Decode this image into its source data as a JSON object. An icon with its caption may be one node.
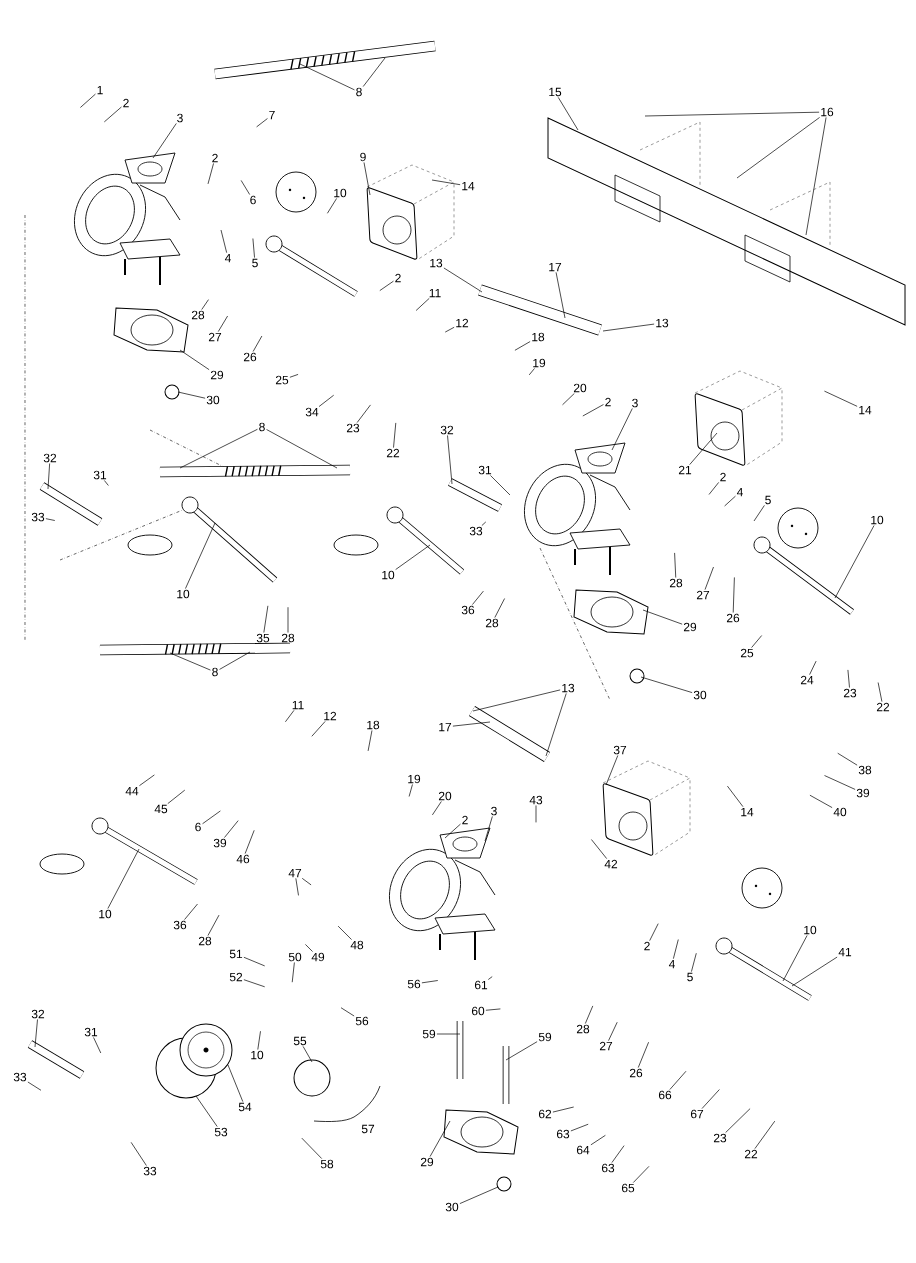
{
  "diagram": {
    "nodes": [
      {
        "text": [
          "1"
        ]
      },
      {
        "text": [
          "2"
        ]
      },
      {
        "text": [
          "3"
        ]
      },
      {
        "text": [
          "7"
        ]
      },
      {
        "text": [
          "2"
        ]
      },
      {
        "text": [
          "6"
        ]
      },
      {
        "text": [
          "4"
        ]
      },
      {
        "text": [
          "5"
        ]
      },
      {
        "text": [
          "10"
        ]
      },
      {
        "text": [
          "8"
        ]
      },
      {
        "text": [
          "9"
        ]
      },
      {
        "text": [
          "14"
        ]
      },
      {
        "text": [
          "15"
        ]
      },
      {
        "text": [
          "16"
        ]
      },
      {
        "text": [
          "13"
        ]
      },
      {
        "text": [
          "17"
        ]
      },
      {
        "text": [
          "13"
        ]
      },
      {
        "text": [
          "2"
        ]
      },
      {
        "text": [
          "11"
        ]
      },
      {
        "text": [
          "12"
        ]
      },
      {
        "text": [
          "18"
        ]
      },
      {
        "text": [
          "19"
        ]
      },
      {
        "text": [
          "20"
        ]
      },
      {
        "text": [
          "2"
        ]
      },
      {
        "text": [
          "14"
        ]
      },
      {
        "text": [
          "3"
        ]
      },
      {
        "text": [
          "21"
        ]
      },
      {
        "text": [
          "28"
        ]
      },
      {
        "text": [
          "27"
        ]
      },
      {
        "text": [
          "26"
        ]
      },
      {
        "text": [
          "25"
        ]
      },
      {
        "text": [
          "34"
        ]
      },
      {
        "text": [
          "29"
        ]
      },
      {
        "text": [
          "30"
        ]
      },
      {
        "text": [
          "23"
        ]
      },
      {
        "text": [
          "22"
        ]
      },
      {
        "text": [
          "8"
        ]
      },
      {
        "text": [
          "32"
        ]
      },
      {
        "text": [
          "31"
        ]
      },
      {
        "text": [
          "33"
        ]
      },
      {
        "text": [
          "10"
        ]
      },
      {
        "text": [
          "35"
        ]
      },
      {
        "text": [
          "28"
        ]
      },
      {
        "text": [
          "8"
        ]
      },
      {
        "text": [
          "32"
        ]
      },
      {
        "text": [
          "31"
        ]
      },
      {
        "text": [
          "33"
        ]
      },
      {
        "text": [
          "10"
        ]
      },
      {
        "text": [
          "36"
        ]
      },
      {
        "text": [
          "28"
        ]
      },
      {
        "text": [
          "2"
        ]
      },
      {
        "text": [
          "4"
        ]
      },
      {
        "text": [
          "5"
        ]
      },
      {
        "text": [
          "10"
        ]
      },
      {
        "text": [
          "28"
        ]
      },
      {
        "text": [
          "27"
        ]
      },
      {
        "text": [
          "26"
        ]
      },
      {
        "text": [
          "29"
        ]
      },
      {
        "text": [
          "25"
        ]
      },
      {
        "text": [
          "30"
        ]
      },
      {
        "text": [
          "24"
        ]
      },
      {
        "text": [
          "23"
        ]
      },
      {
        "text": [
          "22"
        ]
      },
      {
        "text": [
          "13"
        ]
      },
      {
        "text": [
          "17"
        ]
      },
      {
        "text": [
          "11"
        ]
      },
      {
        "text": [
          "12"
        ]
      },
      {
        "text": [
          "18"
        ]
      },
      {
        "text": [
          "19"
        ]
      },
      {
        "text": [
          "20"
        ]
      },
      {
        "text": [
          "2"
        ]
      },
      {
        "text": [
          "3"
        ]
      },
      {
        "text": [
          "37"
        ]
      },
      {
        "text": [
          "43"
        ]
      },
      {
        "text": [
          "42"
        ]
      },
      {
        "text": [
          "14"
        ]
      },
      {
        "text": [
          "38"
        ]
      },
      {
        "text": [
          "39"
        ]
      },
      {
        "text": [
          "40"
        ]
      },
      {
        "text": [
          "44"
        ]
      },
      {
        "text": [
          "45"
        ]
      },
      {
        "text": [
          "6"
        ]
      },
      {
        "text": [
          "39"
        ]
      },
      {
        "text": [
          "46"
        ]
      },
      {
        "text": [
          "47"
        ]
      },
      {
        "text": [
          "48"
        ]
      },
      {
        "text": [
          "49"
        ]
      },
      {
        "text": [
          "10"
        ]
      },
      {
        "text": [
          "36"
        ]
      },
      {
        "text": [
          "28"
        ]
      },
      {
        "text": [
          "51"
        ]
      },
      {
        "text": [
          "50"
        ]
      },
      {
        "text": [
          "52"
        ]
      },
      {
        "text": [
          "56"
        ]
      },
      {
        "text": [
          "56"
        ]
      },
      {
        "text": [
          "61"
        ]
      },
      {
        "text": [
          "60"
        ]
      },
      {
        "text": [
          "10"
        ]
      },
      {
        "text": [
          "59"
        ]
      },
      {
        "text": [
          "59"
        ]
      },
      {
        "text": [
          "28"
        ]
      },
      {
        "text": [
          "27"
        ]
      },
      {
        "text": [
          "26"
        ]
      },
      {
        "text": [
          "66"
        ]
      },
      {
        "text": [
          "67"
        ]
      },
      {
        "text": [
          "23"
        ]
      },
      {
        "text": [
          "22"
        ]
      },
      {
        "text": [
          "62"
        ]
      },
      {
        "text": [
          "63"
        ]
      },
      {
        "text": [
          "64"
        ]
      },
      {
        "text": [
          "63"
        ]
      },
      {
        "text": [
          "65"
        ]
      },
      {
        "text": [
          "41"
        ]
      },
      {
        "text": [
          "2"
        ]
      },
      {
        "text": [
          "4"
        ]
      },
      {
        "text": [
          "5"
        ]
      },
      {
        "text": [
          "10"
        ]
      },
      {
        "text": [
          "32"
        ]
      },
      {
        "text": [
          "31"
        ]
      },
      {
        "text": [
          "33"
        ]
      },
      {
        "text": [
          "53"
        ]
      },
      {
        "text": [
          "54"
        ]
      },
      {
        "text": [
          "33"
        ]
      },
      {
        "text": [
          "55"
        ]
      },
      {
        "text": [
          "58"
        ]
      },
      {
        "text": [
          "29"
        ]
      },
      {
        "text": [
          "30"
        ]
      },
      {
        "text": [],
        "shape": "picture"
      },
      {
        "text": [],
        "shape": "picture"
      },
      {
        "text": [],
        "shape": "picture"
      },
      {
        "text": [],
        "shape": "picture"
      },
      {
        "text": [],
        "shape": "picture"
      },
      {
        "text": [],
        "shape": "picture"
      },
      {
        "text": [],
        "shape": "picture"
      },
      {
        "text": [],
        "shape": "picture"
      },
      {
        "text": [],
        "shape": "picture"
      },
      {
        "text": [],
        "shape": "picture"
      },
      {
        "text": [],
        "shape": "picture"
      },
      {
        "text": [],
        "shape": "picture"
      },
      {
        "text": [],
        "shape": "picture"
      },
      {
        "text": [],
        "shape": "picture"
      },
      {
        "text": [],
        "shape": "picture"
      },
      {
        "text": [],
        "shape": "circle"
      },
      {
        "text": [],
        "shape": "circle"
      },
      {
        "text": [],
        "shape": "circle"
      },
      {
        "text": [],
        "shape": "picture"
      },
      {
        "text": [],
        "shape": "picture"
      },
      {
        "text": [],
        "shape": "picture"
      },
      {
        "text": [],
        "shape": "picture"
      },
      {
        "text": [],
        "shape": "picture"
      },
      {
        "text": [],
        "shape": "picture"
      },
      {
        "text": [],
        "shape": "circle"
      },
      {
        "text": [],
        "shape": "picture"
      },
      {
        "text": [],
        "shape": "picture"
      },
      {
        "text": [],
        "shape": "picture"
      },
      {
        "text": [],
        "shape": "picture"
      },
      {
        "text": [],
        "shape": "picture"
      }
    ],
    "edges": [
      {
        "from": 0,
        "to": null,
        "arrow": "none"
      },
      {
        "from": 1,
        "to": null,
        "arrow": "none"
      },
      {
        "from": 2,
        "to": 130,
        "arrow": "none"
      },
      {
        "from": 3,
        "to": null,
        "arrow": "none"
      },
      {
        "from": 4,
        "to": null,
        "arrow": "none"
      },
      {
        "from": 5,
        "to": null,
        "arrow": "none"
      },
      {
        "from": 6,
        "to": null,
        "arrow": "none"
      },
      {
        "from": 7,
        "to": null,
        "arrow": "none"
      },
      {
        "from": 8,
        "to": null,
        "arrow": "none"
      },
      {
        "from": 9,
        "to": 127,
        "arrow": "none"
      },
      {
        "from": 9,
        "to": 127,
        "arrow": "none"
      },
      {
        "from": 10,
        "to": 133,
        "arrow": "none"
      },
      {
        "from": 11,
        "to": 133,
        "arrow": "none"
      },
      {
        "from": 12,
        "to": 136,
        "arrow": "none"
      },
      {
        "from": 13,
        "to": 136,
        "arrow": "none"
      },
      {
        "from": 13,
        "to": 136,
        "arrow": "none"
      },
      {
        "from": 13,
        "to": 136,
        "arrow": "none"
      },
      {
        "from": 14,
        "to": 137,
        "arrow": "none"
      },
      {
        "from": 15,
        "to": 137,
        "arrow": "none"
      },
      {
        "from": 16,
        "to": 137,
        "arrow": "none"
      },
      {
        "from": 17,
        "to": null,
        "arrow": "none"
      },
      {
        "from": 18,
        "to": null,
        "arrow": "none"
      },
      {
        "from": 19,
        "to": null,
        "arrow": "none"
      },
      {
        "from": 20,
        "to": null,
        "arrow": "none"
      },
      {
        "from": 21,
        "to": null,
        "arrow": "none"
      },
      {
        "from": 22,
        "to": null,
        "arrow": "none"
      },
      {
        "from": 23,
        "to": null,
        "arrow": "none"
      },
      {
        "from": 24,
        "to": null,
        "arrow": "none"
      },
      {
        "from": 25,
        "to": 131,
        "arrow": "none"
      },
      {
        "from": 26,
        "to": 134,
        "arrow": "none"
      },
      {
        "from": 27,
        "to": null,
        "arrow": "none"
      },
      {
        "from": 28,
        "to": null,
        "arrow": "none"
      },
      {
        "from": 29,
        "to": null,
        "arrow": "none"
      },
      {
        "from": 30,
        "to": null,
        "arrow": "none"
      },
      {
        "from": 31,
        "to": null,
        "arrow": "none"
      },
      {
        "from": 32,
        "to": 139,
        "arrow": "none"
      },
      {
        "from": 33,
        "to": 142,
        "arrow": "none"
      },
      {
        "from": 34,
        "to": null,
        "arrow": "none"
      },
      {
        "from": 35,
        "to": null,
        "arrow": "none"
      },
      {
        "from": 36,
        "to": 128,
        "arrow": "none"
      },
      {
        "from": 36,
        "to": 128,
        "arrow": "none"
      },
      {
        "from": 37,
        "to": 145,
        "arrow": "none"
      },
      {
        "from": 38,
        "to": null,
        "arrow": "none"
      },
      {
        "from": 39,
        "to": null,
        "arrow": "none"
      },
      {
        "from": 40,
        "to": 152,
        "arrow": "none"
      },
      {
        "from": 41,
        "to": null,
        "arrow": "none"
      },
      {
        "from": 42,
        "to": null,
        "arrow": "none"
      },
      {
        "from": 43,
        "to": 129,
        "arrow": "none"
      },
      {
        "from": 43,
        "to": 129,
        "arrow": "none"
      },
      {
        "from": 44,
        "to": 146,
        "arrow": "none"
      },
      {
        "from": 45,
        "to": 146,
        "arrow": "none"
      },
      {
        "from": 46,
        "to": null,
        "arrow": "none"
      },
      {
        "from": 47,
        "to": 153,
        "arrow": "none"
      },
      {
        "from": 48,
        "to": null,
        "arrow": "none"
      },
      {
        "from": 49,
        "to": null,
        "arrow": "none"
      },
      {
        "from": 50,
        "to": null,
        "arrow": "none"
      },
      {
        "from": 51,
        "to": null,
        "arrow": "none"
      },
      {
        "from": 52,
        "to": null,
        "arrow": "none"
      },
      {
        "from": 53,
        "to": 154,
        "arrow": "none"
      },
      {
        "from": 54,
        "to": null,
        "arrow": "none"
      },
      {
        "from": 55,
        "to": null,
        "arrow": "none"
      },
      {
        "from": 56,
        "to": null,
        "arrow": "none"
      },
      {
        "from": 57,
        "to": 140,
        "arrow": "none"
      },
      {
        "from": 58,
        "to": null,
        "arrow": "none"
      },
      {
        "from": 59,
        "to": 143,
        "arrow": "none"
      },
      {
        "from": 60,
        "to": null,
        "arrow": "none"
      },
      {
        "from": 61,
        "to": null,
        "arrow": "none"
      },
      {
        "from": 62,
        "to": null,
        "arrow": "none"
      },
      {
        "from": 63,
        "to": 138,
        "arrow": "none"
      },
      {
        "from": 63,
        "to": 138,
        "arrow": "none"
      },
      {
        "from": 64,
        "to": 138,
        "arrow": "none"
      },
      {
        "from": 65,
        "to": null,
        "arrow": "none"
      },
      {
        "from": 66,
        "to": null,
        "arrow": "none"
      },
      {
        "from": 67,
        "to": null,
        "arrow": "none"
      },
      {
        "from": 68,
        "to": null,
        "arrow": "none"
      },
      {
        "from": 69,
        "to": null,
        "arrow": "none"
      },
      {
        "from": 70,
        "to": 132,
        "arrow": "none"
      },
      {
        "from": 71,
        "to": 132,
        "arrow": "none"
      },
      {
        "from": 72,
        "to": 135,
        "arrow": "none"
      },
      {
        "from": 73,
        "to": null,
        "arrow": "none"
      },
      {
        "from": 74,
        "to": null,
        "arrow": "none"
      },
      {
        "from": 75,
        "to": null,
        "arrow": "none"
      },
      {
        "from": 76,
        "to": null,
        "arrow": "none"
      },
      {
        "from": 77,
        "to": null,
        "arrow": "none"
      },
      {
        "from": 78,
        "to": null,
        "arrow": "none"
      },
      {
        "from": 79,
        "to": null,
        "arrow": "none"
      },
      {
        "from": 80,
        "to": null,
        "arrow": "none"
      },
      {
        "from": 81,
        "to": null,
        "arrow": "none"
      },
      {
        "from": 82,
        "to": null,
        "arrow": "none"
      },
      {
        "from": 83,
        "to": null,
        "arrow": "none"
      },
      {
        "from": 84,
        "to": null,
        "arrow": "none"
      },
      {
        "from": 84,
        "to": null,
        "arrow": "none"
      },
      {
        "from": 85,
        "to": null,
        "arrow": "none"
      },
      {
        "from": 86,
        "to": null,
        "arrow": "none"
      },
      {
        "from": 87,
        "to": 155,
        "arrow": "none"
      },
      {
        "from": 88,
        "to": null,
        "arrow": "none"
      },
      {
        "from": 89,
        "to": null,
        "arrow": "none"
      },
      {
        "from": 90,
        "to": null,
        "arrow": "none"
      },
      {
        "from": 91,
        "to": null,
        "arrow": "none"
      },
      {
        "from": 92,
        "to": null,
        "arrow": "none"
      },
      {
        "from": 93,
        "to": null,
        "arrow": "none"
      },
      {
        "from": 94,
        "to": null,
        "arrow": "none"
      },
      {
        "from": 95,
        "to": null,
        "arrow": "none"
      },
      {
        "from": 96,
        "to": null,
        "arrow": "none"
      },
      {
        "from": 97,
        "to": null,
        "arrow": "none"
      },
      {
        "from": 98,
        "to": 148,
        "arrow": "none"
      },
      {
        "from": 99,
        "to": 149,
        "arrow": "none"
      },
      {
        "from": 100,
        "to": null,
        "arrow": "none"
      },
      {
        "from": 101,
        "to": null,
        "arrow": "none"
      },
      {
        "from": 102,
        "to": null,
        "arrow": "none"
      },
      {
        "from": 103,
        "to": null,
        "arrow": "none"
      },
      {
        "from": 104,
        "to": null,
        "arrow": "none"
      },
      {
        "from": 105,
        "to": null,
        "arrow": "none"
      },
      {
        "from": 106,
        "to": null,
        "arrow": "none"
      },
      {
        "from": 107,
        "to": null,
        "arrow": "none"
      },
      {
        "from": 108,
        "to": null,
        "arrow": "none"
      },
      {
        "from": 109,
        "to": null,
        "arrow": "none"
      },
      {
        "from": 110,
        "to": null,
        "arrow": "none"
      },
      {
        "from": 111,
        "to": null,
        "arrow": "none"
      },
      {
        "from": 112,
        "to": 156,
        "arrow": "none"
      },
      {
        "from": 113,
        "to": null,
        "arrow": "none"
      },
      {
        "from": 114,
        "to": null,
        "arrow": "none"
      },
      {
        "from": 115,
        "to": null,
        "arrow": "none"
      },
      {
        "from": 116,
        "to": 156,
        "arrow": "none"
      },
      {
        "from": 117,
        "to": 147,
        "arrow": "none"
      },
      {
        "from": 118,
        "to": null,
        "arrow": "none"
      },
      {
        "from": 119,
        "to": null,
        "arrow": "none"
      },
      {
        "from": 120,
        "to": 150,
        "arrow": "none"
      },
      {
        "from": 121,
        "to": 150,
        "arrow": "none"
      },
      {
        "from": 122,
        "to": null,
        "arrow": "none"
      },
      {
        "from": 123,
        "to": 151,
        "arrow": "none"
      },
      {
        "from": 124,
        "to": null,
        "arrow": "none"
      },
      {
        "from": 125,
        "to": 141,
        "arrow": "none"
      },
      {
        "from": 126,
        "to": 144,
        "arrow": "none"
      }
    ],
    "labels": [
      "57"
    ]
  }
}
